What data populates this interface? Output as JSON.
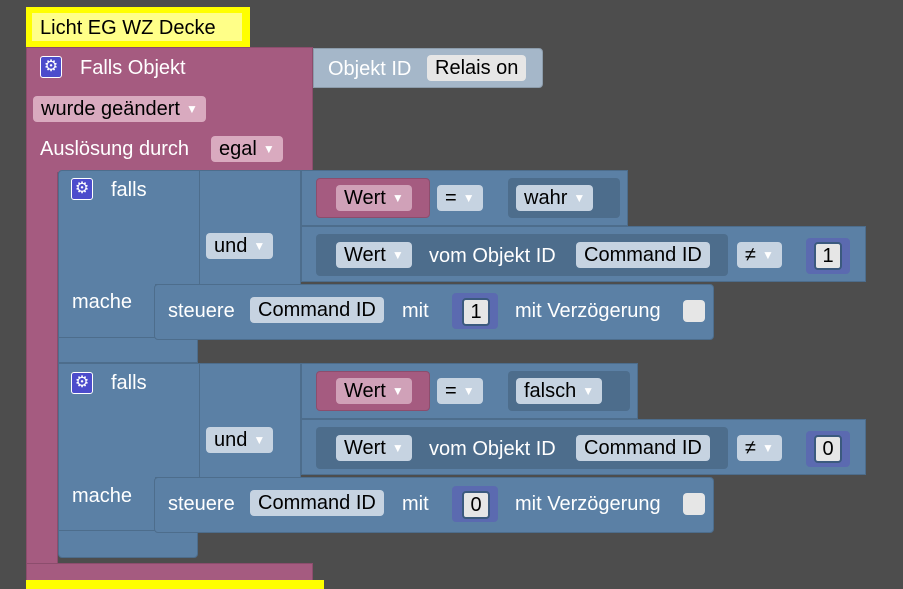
{
  "script_title": "Licht EG WZ Decke",
  "trigger": {
    "label": "Falls Objekt",
    "object_id_label": "Objekt ID",
    "object_id_value": "Relais on",
    "condition": "wurde geändert",
    "trigger_by_label": "Auslösung durch",
    "trigger_by_value": "egal"
  },
  "if_blocks": [
    {
      "falls": "falls",
      "und": "und",
      "mache": "mache",
      "cond1": {
        "left": "Wert",
        "op": "=",
        "right": "wahr"
      },
      "cond2": {
        "left": "Wert",
        "mid": "vom Objekt ID",
        "object": "Command ID",
        "op": "≠",
        "value": "1"
      },
      "action": {
        "label": "steuere",
        "object": "Command ID",
        "with": "mit",
        "value": "1",
        "delay": "mit Verzögerung"
      }
    },
    {
      "falls": "falls",
      "und": "und",
      "mache": "mache",
      "cond1": {
        "left": "Wert",
        "op": "=",
        "right": "falsch"
      },
      "cond2": {
        "left": "Wert",
        "mid": "vom Objekt ID",
        "object": "Command ID",
        "op": "≠",
        "value": "0"
      },
      "action": {
        "label": "steuere",
        "object": "Command ID",
        "with": "mit",
        "value": "0",
        "delay": "mit Verzögerung"
      }
    }
  ],
  "icons": {
    "gear": "gear-icon",
    "dropdown": "dropdown-arrow-icon"
  },
  "colors": {
    "event": "#a55b80",
    "logic": "#5b80a5",
    "highlight": "#ffff00",
    "background": "#4d4d4d"
  }
}
